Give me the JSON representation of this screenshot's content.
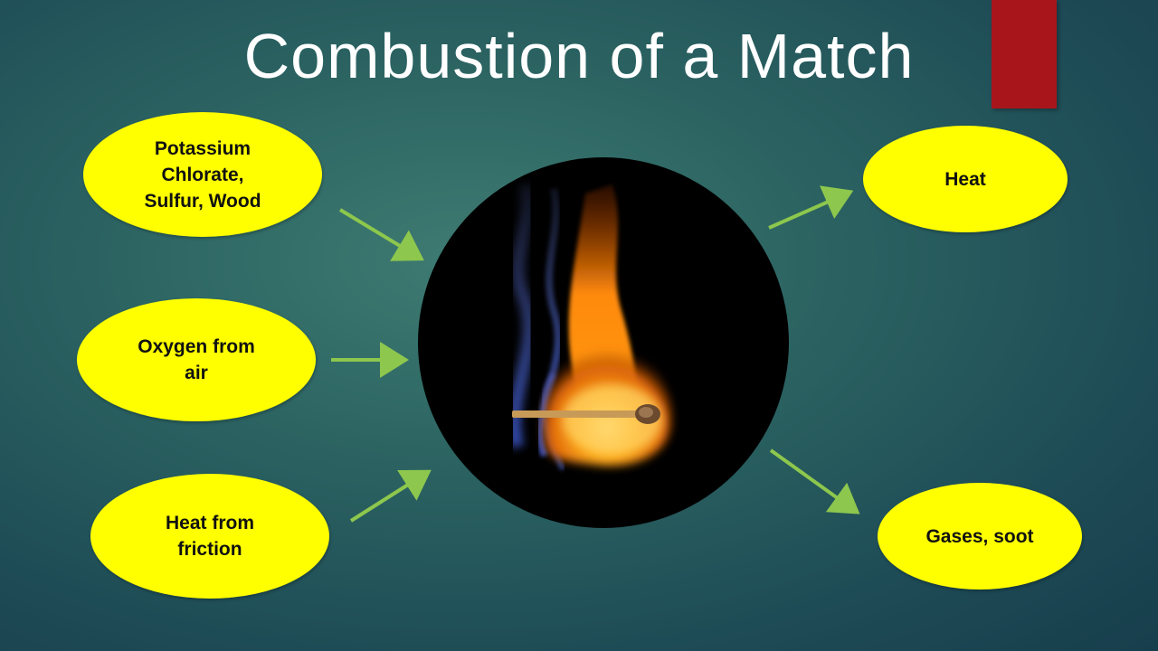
{
  "slide": {
    "title": "Combustion of a Match",
    "accent_color": "#a8161b",
    "bubble_color": "#ffff00",
    "arrow_color": "#8dc74d"
  },
  "inputs": [
    {
      "label": "Potassium\nChlorate,\nSulfur, Wood"
    },
    {
      "label": "Oxygen from\nair"
    },
    {
      "label": "Heat from\nfriction"
    }
  ],
  "outputs": [
    {
      "label": "Heat"
    },
    {
      "label": "Gases, soot"
    }
  ],
  "center": {
    "icon": "burning-match-image"
  }
}
